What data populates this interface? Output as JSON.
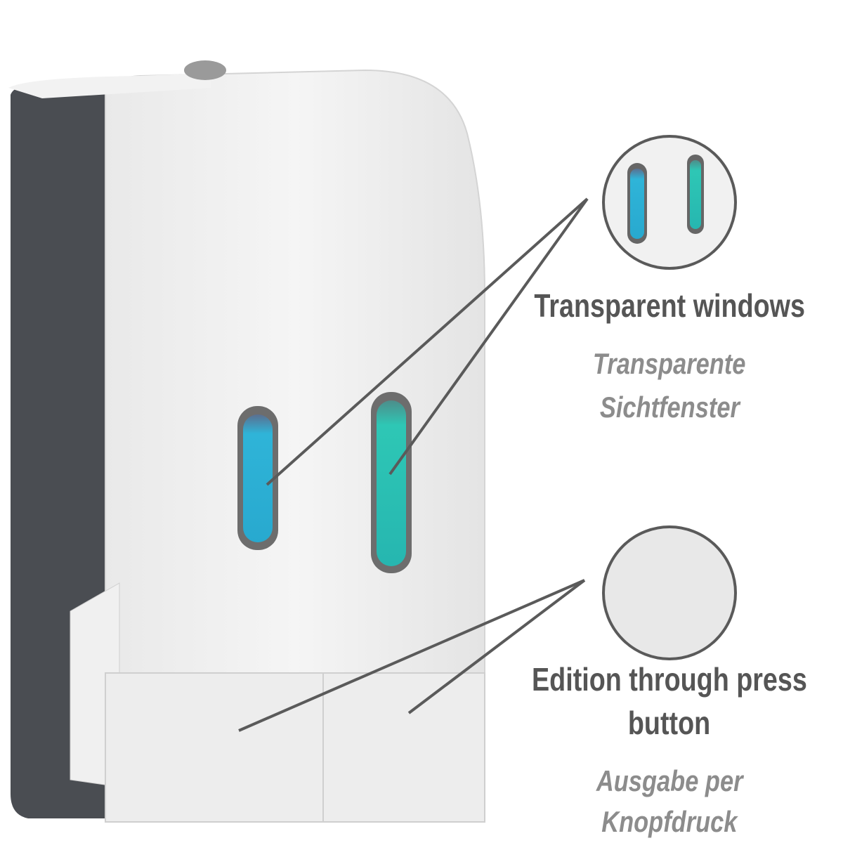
{
  "annotations": [
    {
      "title": "Transparent windows",
      "subtitle_lines": [
        "Transparente",
        "Sichtfenster"
      ]
    },
    {
      "title_lines": [
        "Edition through press",
        "button"
      ],
      "subtitle_lines": [
        "Ausgabe per",
        "Knopfdruck"
      ]
    }
  ],
  "colors": {
    "text_dark": "#555555",
    "text_light": "#8c8c8c",
    "liquid_left": "#2fb4d8",
    "liquid_right": "#2ec7b5",
    "housing_back": "#4a4d52"
  }
}
